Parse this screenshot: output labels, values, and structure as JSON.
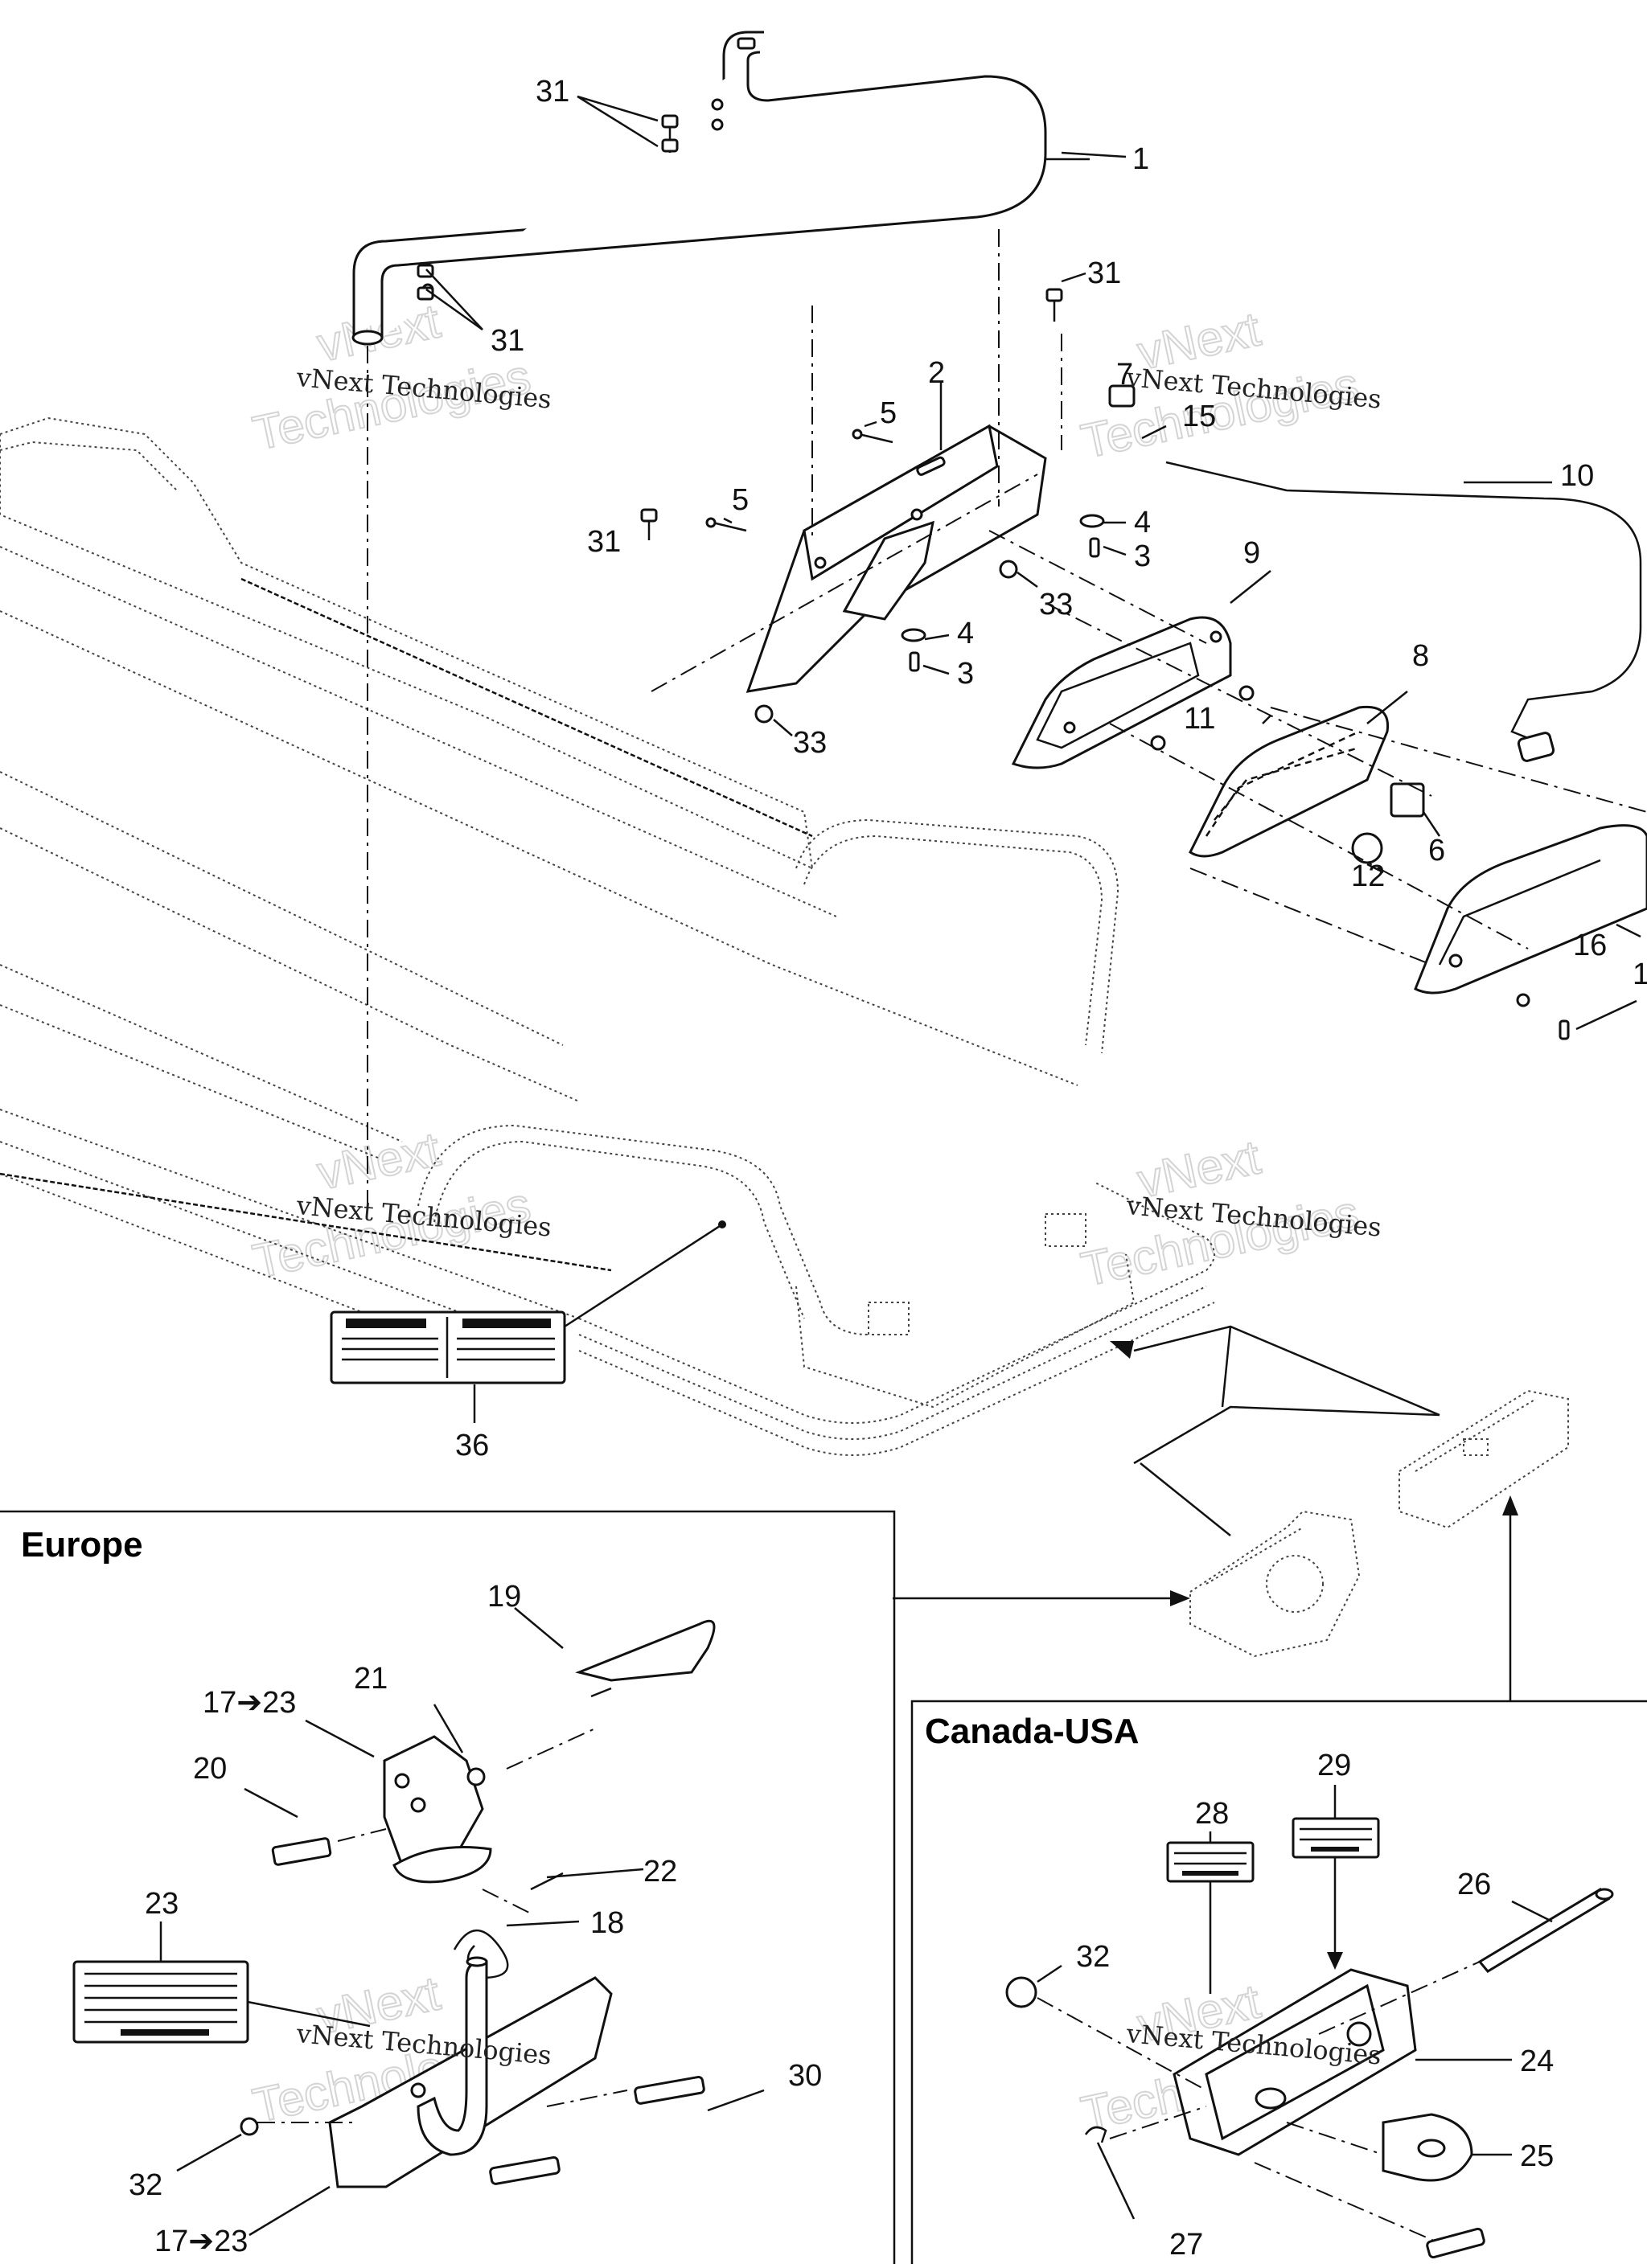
{
  "regions": {
    "europe": "Europe",
    "canada_usa": "Canada-USA"
  },
  "watermark": {
    "line1": "vNext Technologies",
    "big1": "vNext",
    "big2": "Technologies"
  },
  "callouts": {
    "c1": "1",
    "c1b": "1",
    "c2": "2",
    "c3a": "3",
    "c3b": "3",
    "c4a": "4",
    "c4b": "4",
    "c5a": "5",
    "c5b": "5",
    "c6": "6",
    "c7": "7",
    "c8": "8",
    "c9": "9",
    "c10": "10",
    "c11": "11",
    "c12": "12",
    "c15": "15",
    "c16": "16",
    "c17a": "17➔23",
    "c17b": "17➔23",
    "c18": "18",
    "c19": "19",
    "c20": "20",
    "c21": "21",
    "c22": "22",
    "c23": "23",
    "c24": "24",
    "c25": "25",
    "c26": "26",
    "c27": "27",
    "c28": "28",
    "c29": "29",
    "c30": "30",
    "c31a": "31",
    "c31b": "31",
    "c31c": "31",
    "c31d": "31",
    "c32a": "32",
    "c32b": "32",
    "c33a": "33",
    "c33b": "33",
    "c36": "36"
  },
  "icons": [
    "bolt-icon",
    "nut-icon",
    "washer-icon",
    "bulb-icon",
    "decal-icon",
    "hitch-pin-icon"
  ]
}
